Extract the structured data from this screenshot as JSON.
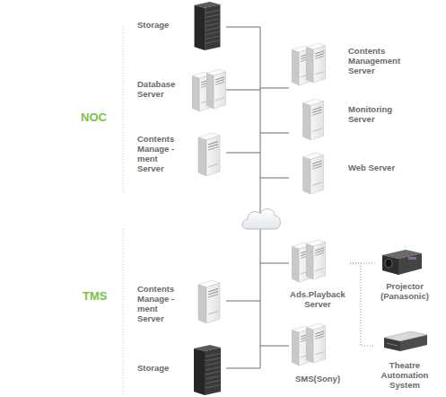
{
  "diagram": {
    "nodes": [
      {
        "text": [
          "Storage"
        ]
      },
      {
        "text": [
          "Database Server"
        ]
      },
      {
        "text": [
          "Contents Manage -ment Server"
        ]
      },
      {
        "text": [
          "Contents Management Server"
        ]
      },
      {
        "text": [
          "Monitoring Server"
        ]
      },
      {
        "text": [
          "Web Server"
        ]
      },
      {
        "text": [
          "Contents Manage -ment Server"
        ]
      },
      {
        "text": [
          "Storage"
        ]
      },
      {
        "text": [
          "Ads.Playback Server"
        ]
      },
      {
        "text": [
          "SMS(Sony)"
        ]
      },
      {
        "text": [
          "Projector (Panasonic)"
        ]
      },
      {
        "text": [
          "Theatre Automation System"
        ]
      }
    ],
    "edges": [
      {
        "from": 8,
        "to": 10,
        "arrow": "none"
      },
      {
        "from": 8,
        "to": 11,
        "arrow": "none"
      }
    ],
    "labels": [
      "NOC",
      "TMS"
    ]
  }
}
